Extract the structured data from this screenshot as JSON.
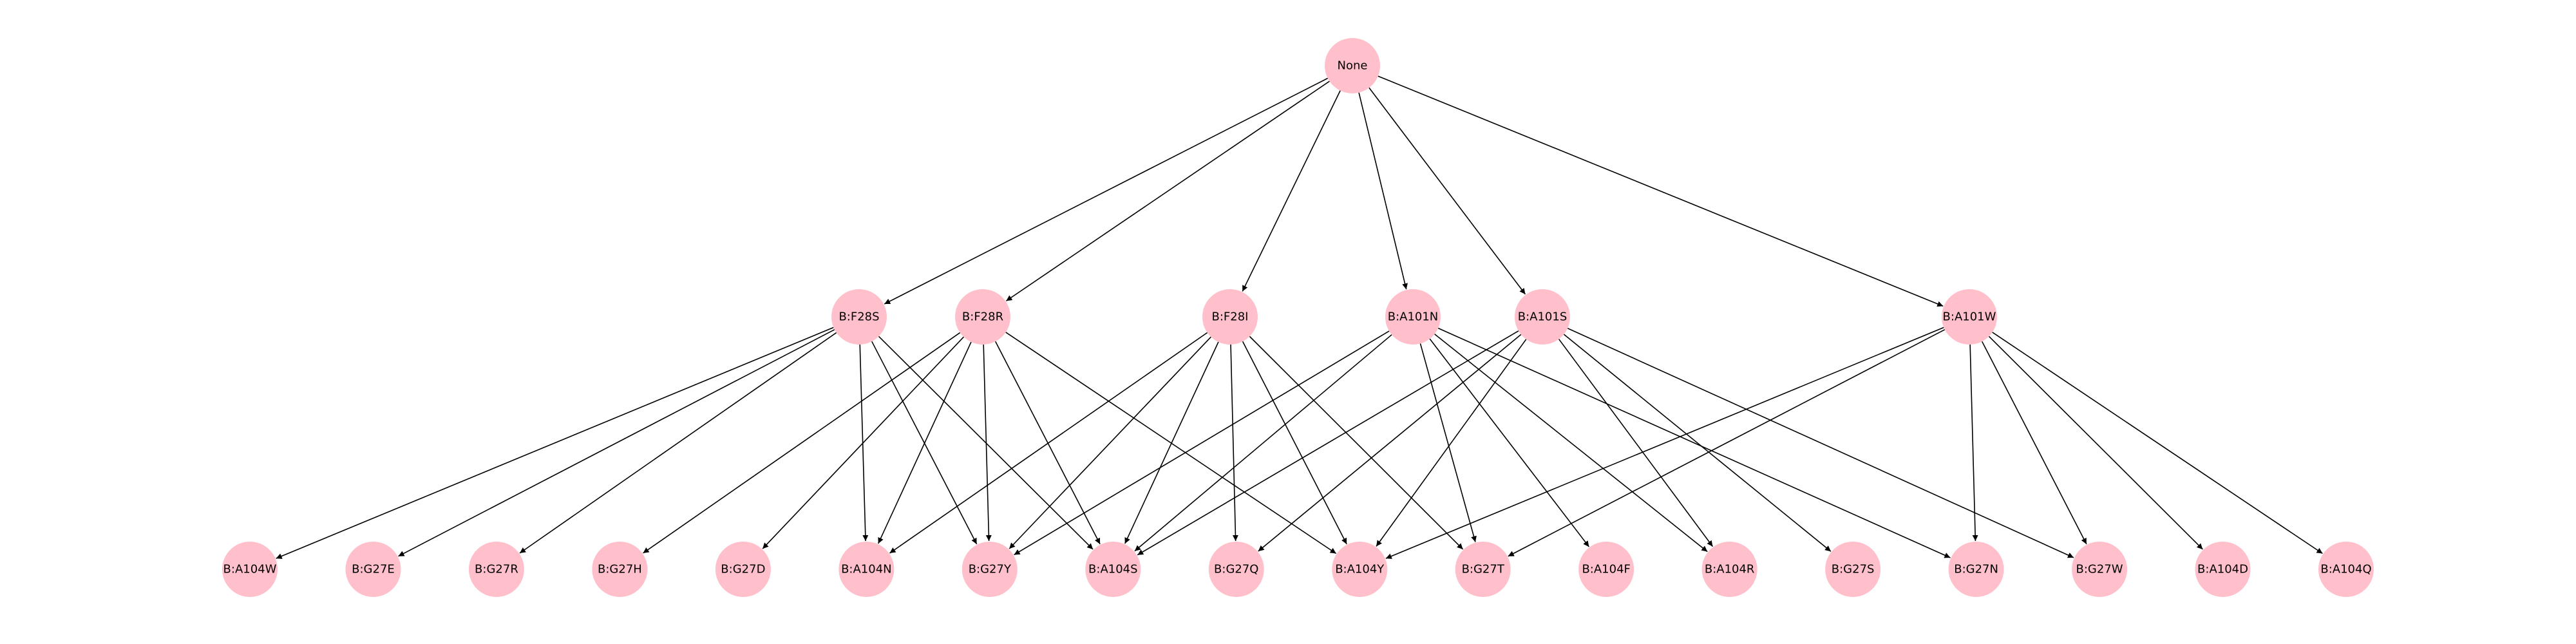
{
  "diagram": {
    "type": "directed-tree",
    "node_color": "#ffc0cb",
    "edge_color": "#000000",
    "levels": [
      [
        "None"
      ],
      [
        "B:F28S",
        "B:F28R",
        "B:F28I",
        "B:A101N",
        "B:A101S",
        "B:A101W"
      ],
      [
        "B:A104W",
        "B:G27E",
        "B:G27R",
        "B:G27H",
        "B:G27D",
        "B:A104N",
        "B:G27Y",
        "B:A104S",
        "B:G27Q",
        "B:A104Y",
        "B:G27T",
        "B:A104F",
        "B:A104R",
        "B:G27S",
        "B:G27N",
        "B:G27W",
        "B:A104D",
        "B:A104Q"
      ]
    ],
    "edges": [
      [
        "None",
        "B:F28S"
      ],
      [
        "None",
        "B:F28R"
      ],
      [
        "None",
        "B:F28I"
      ],
      [
        "None",
        "B:A101N"
      ],
      [
        "None",
        "B:A101S"
      ],
      [
        "None",
        "B:A101W"
      ],
      [
        "B:F28S",
        "B:A104W"
      ],
      [
        "B:F28S",
        "B:G27E"
      ],
      [
        "B:F28S",
        "B:G27R"
      ],
      [
        "B:F28S",
        "B:A104N"
      ],
      [
        "B:F28S",
        "B:G27Y"
      ],
      [
        "B:F28S",
        "B:A104S"
      ],
      [
        "B:F28R",
        "B:G27H"
      ],
      [
        "B:F28R",
        "B:G27D"
      ],
      [
        "B:F28R",
        "B:A104N"
      ],
      [
        "B:F28R",
        "B:G27Y"
      ],
      [
        "B:F28R",
        "B:A104S"
      ],
      [
        "B:F28R",
        "B:A104Y"
      ],
      [
        "B:F28I",
        "B:A104N"
      ],
      [
        "B:F28I",
        "B:G27Y"
      ],
      [
        "B:F28I",
        "B:A104S"
      ],
      [
        "B:F28I",
        "B:G27Q"
      ],
      [
        "B:F28I",
        "B:A104Y"
      ],
      [
        "B:F28I",
        "B:G27T"
      ],
      [
        "B:A101N",
        "B:G27Y"
      ],
      [
        "B:A101N",
        "B:A104S"
      ],
      [
        "B:A101N",
        "B:G27T"
      ],
      [
        "B:A101N",
        "B:A104F"
      ],
      [
        "B:A101N",
        "B:A104R"
      ],
      [
        "B:A101N",
        "B:G27N"
      ],
      [
        "B:A101S",
        "B:A104S"
      ],
      [
        "B:A101S",
        "B:G27Q"
      ],
      [
        "B:A101S",
        "B:A104Y"
      ],
      [
        "B:A101S",
        "B:A104R"
      ],
      [
        "B:A101S",
        "B:G27S"
      ],
      [
        "B:A101S",
        "B:G27W"
      ],
      [
        "B:A101W",
        "B:A104Y"
      ],
      [
        "B:A101W",
        "B:G27T"
      ],
      [
        "B:A101W",
        "B:G27N"
      ],
      [
        "B:A101W",
        "B:G27W"
      ],
      [
        "B:A101W",
        "B:A104D"
      ],
      [
        "B:A101W",
        "B:A104Q"
      ]
    ]
  }
}
